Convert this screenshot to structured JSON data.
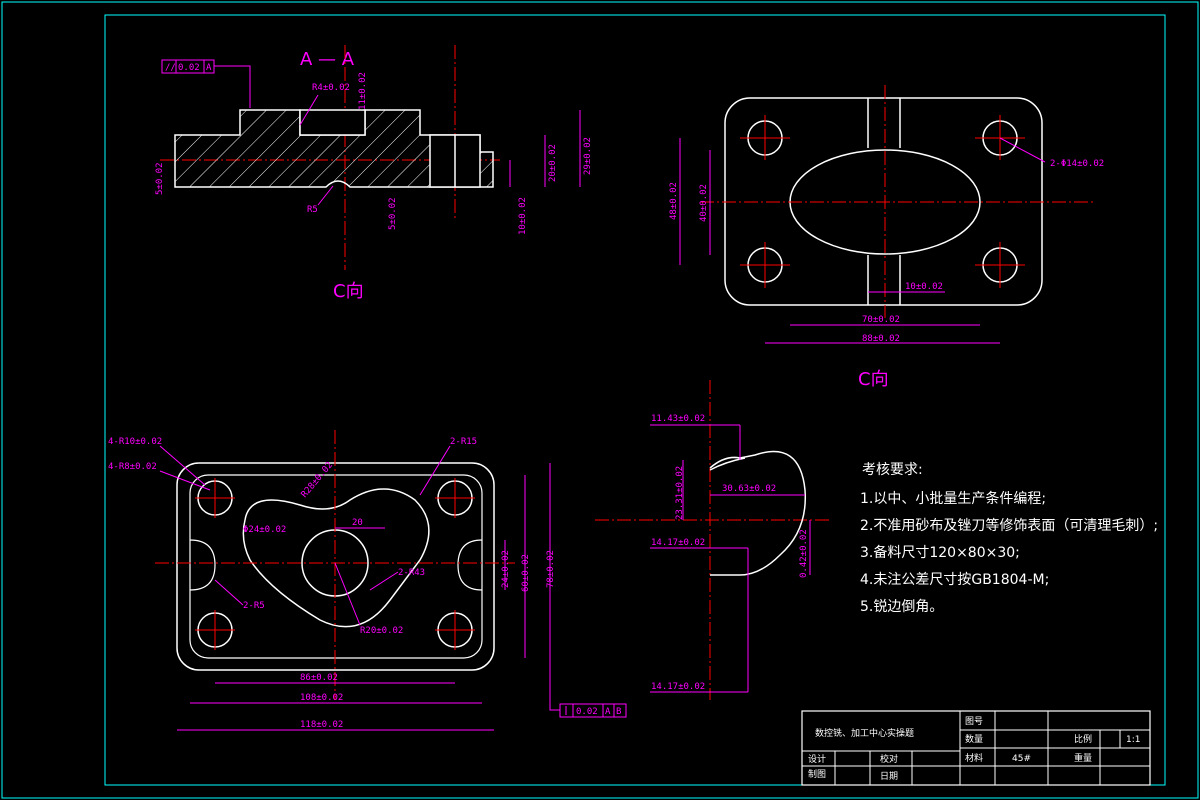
{
  "views": {
    "section_label": "A — A",
    "view_c_label": "C向",
    "view_c_label_top": "C向"
  },
  "section_dims": {
    "parallel_tol_symbol": "//",
    "parallel_tol_value": "0.02",
    "parallel_tol_datum": "A",
    "r4": "R4±0.02",
    "d11": "11±0.02",
    "d29": "29±0.02",
    "d20": "20±0.02",
    "d10": "10±0.02",
    "d5_left": "5±0.02",
    "d5_bottom": "5±0.02",
    "r5": "R5"
  },
  "top_view_dims": {
    "holes": "2-Φ14±0.02",
    "d48": "48±0.02",
    "d40": "40±0.02",
    "d10": "10±0.02",
    "d70": "70±0.02",
    "d88": "88±0.02"
  },
  "plan_view_dims": {
    "r10": "4-R10±0.02",
    "r8": "4-R8±0.02",
    "r28": "R28±0.02",
    "r15": "2-R15",
    "phi24": "Φ24±0.02",
    "d20": "20",
    "r43": "2-R43",
    "r5": "2-R5",
    "r20": "R20±0.02",
    "d24": "24±0.02",
    "d60": "60±0.02",
    "d78": "78±0.02",
    "d86": "86±0.02",
    "d108": "108±0.02",
    "d118": "118±0.02",
    "flatness_value": "0.02",
    "flatness_datum_a": "A",
    "flatness_datum_b": "B"
  },
  "profile_dims": {
    "d11_43": "11.43±0.02",
    "d23_31": "23.31±0.02",
    "d30_63": "30.63±0.02",
    "d14_17_a": "14.17±0.02",
    "d0_42": "0.42±0.02",
    "d14_17_b": "14.17±0.02"
  },
  "requirements": {
    "title": "考核要求:",
    "items": [
      "1.以中、小批量生产条件编程;",
      "2.不准用砂布及锉刀等修饰表面（可清理毛刺）;",
      "3.备料尺寸120×80×30;",
      "4.未注公差尺寸按GB1804-M;",
      "5.锐边倒角。"
    ]
  },
  "title_block": {
    "project": "数控铣、加工中心实操题",
    "drawing_no_label": "图号",
    "quantity_label": "数量",
    "material_label": "材料",
    "material_value": "45#",
    "scale_label": "比例",
    "scale_value": "1:1",
    "weight_label": "重量",
    "designer_label": "设计",
    "drafter_label": "制图",
    "checker_label": "校对",
    "date_label": "日期"
  },
  "colors": {
    "background": "#000000",
    "frame": "#00ffff",
    "outline": "#ffffff",
    "dimension": "#ff00ff",
    "centerline": "#ff0000"
  }
}
